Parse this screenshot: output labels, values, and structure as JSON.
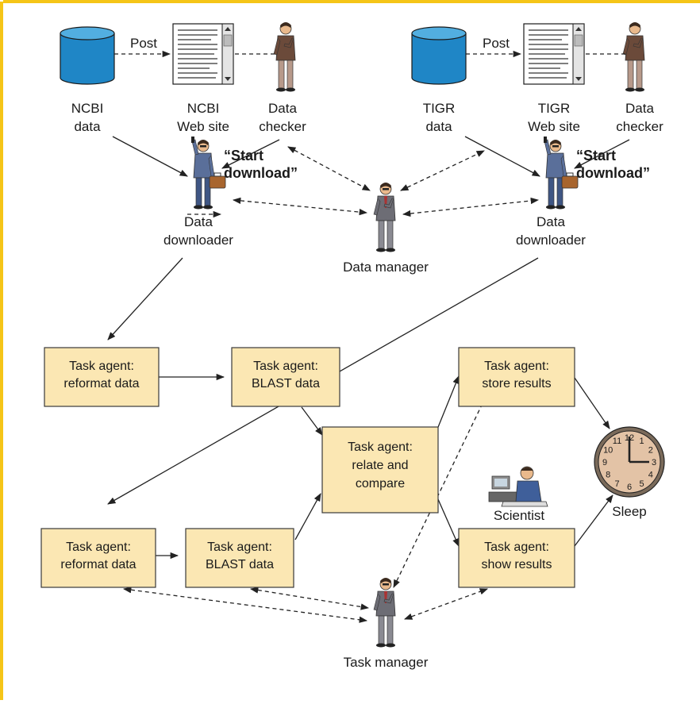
{
  "colors": {
    "frame": "#f5c518",
    "box_fill": "#fbe7b3",
    "database": "#1f86c6",
    "clock_face": "#e3c3a6"
  },
  "labels": {
    "post_left": "Post",
    "post_right": "Post",
    "ncbi_data": [
      "NCBI",
      "data"
    ],
    "ncbi_site": [
      "NCBI",
      "Web site"
    ],
    "checker_left": [
      "Data",
      "checker"
    ],
    "tigr_data": [
      "TIGR",
      "data"
    ],
    "tigr_site": [
      "TIGR",
      "Web site"
    ],
    "checker_right": [
      "Data",
      "checker"
    ],
    "start_left": [
      "“Start",
      "download”"
    ],
    "start_right": [
      "“Start",
      "download”"
    ],
    "downloader_left": [
      "Data",
      "downloader"
    ],
    "downloader_right": [
      "Data",
      "downloader"
    ],
    "data_manager": "Data manager",
    "scientist": "Scientist",
    "sleep": "Sleep",
    "task_manager": "Task manager"
  },
  "boxes": {
    "reformat_top": [
      "Task agent:",
      "reformat data"
    ],
    "blast_top": [
      "Task agent:",
      "BLAST data"
    ],
    "relate": [
      "Task agent:",
      "relate and",
      "compare"
    ],
    "store": [
      "Task agent:",
      "store results"
    ],
    "reformat_bottom": [
      "Task agent:",
      "reformat data"
    ],
    "blast_bottom": [
      "Task agent:",
      "BLAST data"
    ],
    "show": [
      "Task agent:",
      "show results"
    ]
  },
  "clock_numbers": [
    "12",
    "1",
    "2",
    "3",
    "4",
    "5",
    "6",
    "7",
    "8",
    "9",
    "10",
    "11"
  ],
  "icons": [
    "database-icon",
    "web-page-icon",
    "person-icon",
    "downloader-briefcase-icon",
    "scientist-computer-icon",
    "clock-icon"
  ]
}
